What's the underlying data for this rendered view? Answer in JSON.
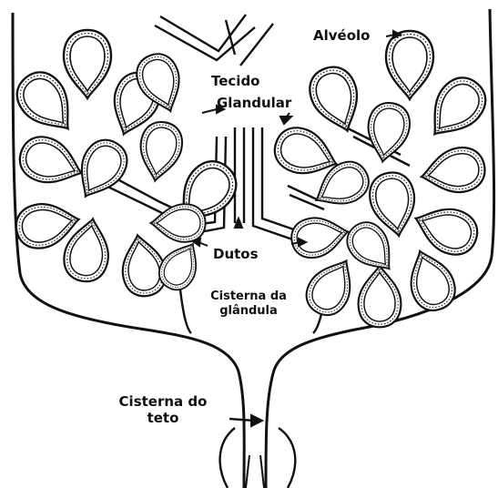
{
  "labels": {
    "alveolo": "Alvéolo",
    "tecido": "Tecido",
    "glandular": "Glandular",
    "dutos": "Dutos",
    "cisterna_glandula_1": "Cisterna da",
    "cisterna_glandula_2": "glândula",
    "cisterna_teto_1": "Cisterna do",
    "cisterna_teto_2": "teto"
  },
  "colors": {
    "ink": "#111111",
    "background": "#ffffff"
  }
}
